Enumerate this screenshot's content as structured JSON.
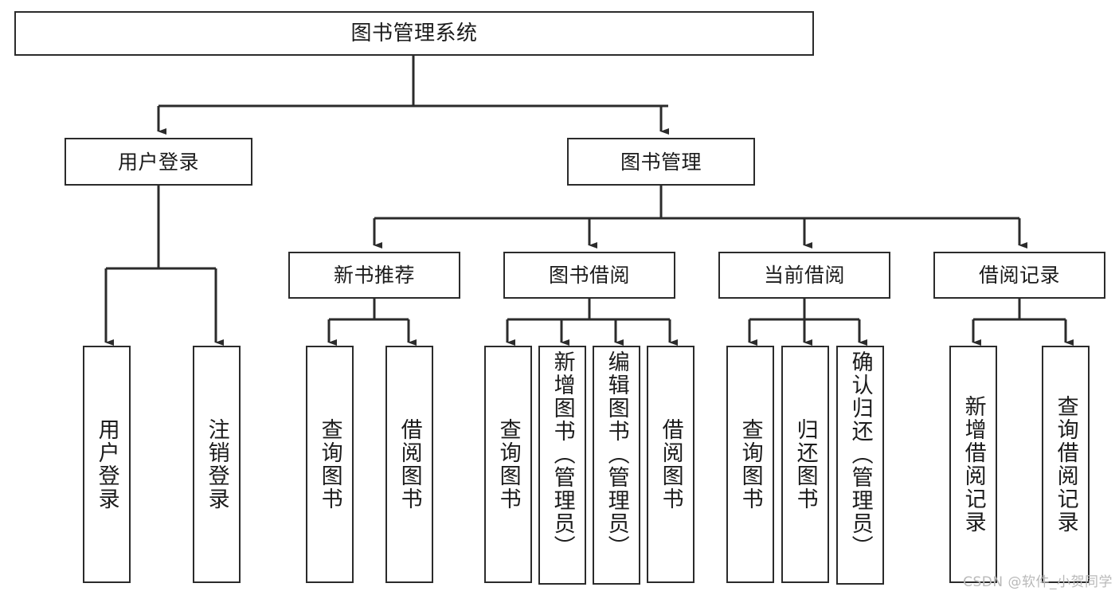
{
  "diagram": {
    "title": "图书管理系统",
    "type": "tree-hierarchy",
    "watermark": "CSDN @软件_小贺同学",
    "style": {
      "box_border_color": "#2b2b2b",
      "box_fill_color": "#ffffff",
      "connector_color": "#2b2b2b",
      "background_color": "#ffffff",
      "watermark_color": "#b9b9b9"
    },
    "root": {
      "id": "root",
      "label": "图书管理系统",
      "orientation": "horizontal"
    },
    "level2": [
      {
        "id": "user-login",
        "label": "用户登录",
        "orientation": "horizontal"
      },
      {
        "id": "book-manage",
        "label": "图书管理",
        "orientation": "horizontal"
      }
    ],
    "level3": [
      {
        "id": "new-book-recommend",
        "label": "新书推荐",
        "orientation": "horizontal",
        "parent": "book-manage"
      },
      {
        "id": "book-borrow",
        "label": "图书借阅",
        "orientation": "horizontal",
        "parent": "book-manage"
      },
      {
        "id": "current-borrow",
        "label": "当前借阅",
        "orientation": "horizontal",
        "parent": "book-manage"
      },
      {
        "id": "borrow-record",
        "label": "借阅记录",
        "orientation": "horizontal",
        "parent": "book-manage"
      }
    ],
    "leaves": [
      {
        "id": "leaf-user-login",
        "label": "用户登录",
        "parent": "user-login",
        "orientation": "vertical"
      },
      {
        "id": "leaf-user-logout",
        "label": "注销登录",
        "parent": "user-login",
        "orientation": "vertical"
      },
      {
        "id": "leaf-query-book-1",
        "label": "查询图书",
        "parent": "new-book-recommend",
        "orientation": "vertical"
      },
      {
        "id": "leaf-borrow-book-1",
        "label": "借阅图书",
        "parent": "new-book-recommend",
        "orientation": "vertical"
      },
      {
        "id": "leaf-query-book-2",
        "label": "查询图书",
        "parent": "book-borrow",
        "orientation": "vertical"
      },
      {
        "id": "leaf-add-book",
        "label": "新增图书（管理员）",
        "parent": "book-borrow",
        "orientation": "vertical"
      },
      {
        "id": "leaf-edit-book",
        "label": "编辑图书（管理员）",
        "parent": "book-borrow",
        "orientation": "vertical"
      },
      {
        "id": "leaf-borrow-book-2",
        "label": "借阅图书",
        "parent": "book-borrow",
        "orientation": "vertical"
      },
      {
        "id": "leaf-query-book-3",
        "label": "查询图书",
        "parent": "current-borrow",
        "orientation": "vertical"
      },
      {
        "id": "leaf-return-book",
        "label": "归还图书",
        "parent": "current-borrow",
        "orientation": "vertical"
      },
      {
        "id": "leaf-confirm-return",
        "label": "确认归还（管理员）",
        "parent": "current-borrow",
        "orientation": "vertical"
      },
      {
        "id": "leaf-add-record",
        "label": "新增借阅记录",
        "parent": "borrow-record",
        "orientation": "vertical"
      },
      {
        "id": "leaf-query-record",
        "label": "查询借阅记录",
        "parent": "borrow-record",
        "orientation": "vertical"
      }
    ]
  }
}
